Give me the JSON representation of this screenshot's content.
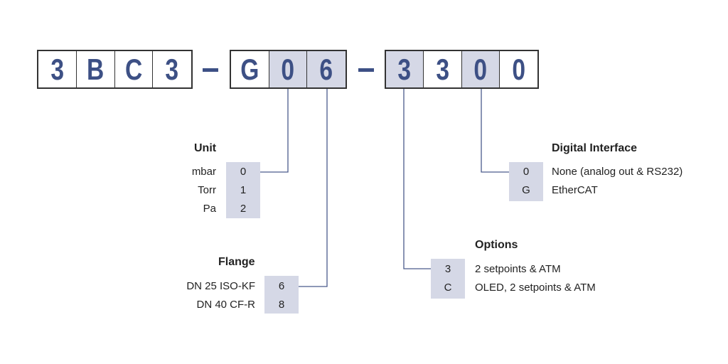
{
  "part_number": {
    "groups": [
      {
        "cells": [
          {
            "char": "3",
            "shaded": false
          },
          {
            "char": "B",
            "shaded": false
          },
          {
            "char": "C",
            "shaded": false
          },
          {
            "char": "3",
            "shaded": false
          }
        ]
      },
      {
        "cells": [
          {
            "char": "G",
            "shaded": false
          },
          {
            "char": "0",
            "shaded": true
          },
          {
            "char": "6",
            "shaded": true
          }
        ]
      },
      {
        "cells": [
          {
            "char": "3",
            "shaded": true
          },
          {
            "char": "3",
            "shaded": false
          },
          {
            "char": "0",
            "shaded": true
          },
          {
            "char": "0",
            "shaded": false
          }
        ]
      }
    ]
  },
  "unit": {
    "title": "Unit",
    "options": [
      {
        "label": "mbar",
        "code": "0"
      },
      {
        "label": "Torr",
        "code": "1"
      },
      {
        "label": "Pa",
        "code": "2"
      }
    ]
  },
  "flange": {
    "title": "Flange",
    "options": [
      {
        "label": "DN 25 ISO-KF",
        "code": "6"
      },
      {
        "label": "DN 40 CF-R",
        "code": "8"
      }
    ]
  },
  "options": {
    "title": "Options",
    "options": [
      {
        "label": "2 setpoints & ATM",
        "code": "3"
      },
      {
        "label": "OLED, 2 setpoints & ATM",
        "code": "C"
      }
    ]
  },
  "digital_interface": {
    "title": "Digital Interface",
    "options": [
      {
        "label": "None (analog out & RS232)",
        "code": "0"
      },
      {
        "label": "EtherCAT",
        "code": "G"
      }
    ]
  },
  "colors": {
    "digit": "#3d5085",
    "shade": "#d5d8e6",
    "line": "#4a5a8c"
  }
}
